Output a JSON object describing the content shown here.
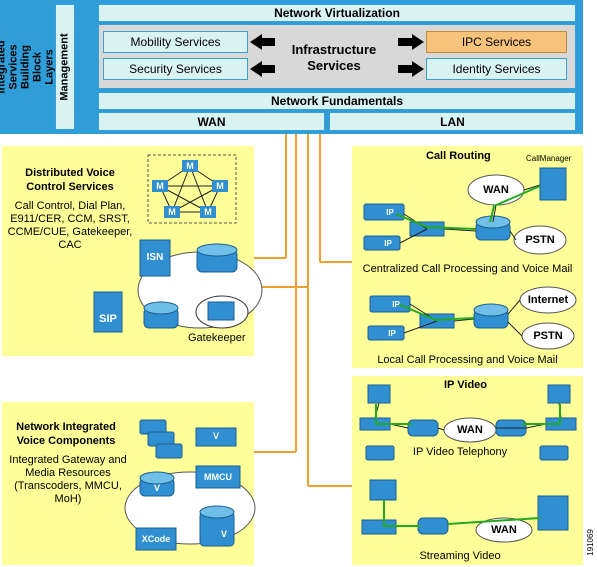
{
  "architecture": {
    "side_title": "Integrated Services Building Block Layers",
    "management": "Management",
    "network_virtualization": "Network Virtualization",
    "mobility_services": "Mobility Services",
    "security_services": "Security Services",
    "infrastructure_services": "Infrastructure Services",
    "ipc_services": "IPC Services",
    "identity_services": "Identity Services",
    "network_fundamentals": "Network Fundamentals",
    "wan": "WAN",
    "lan": "LAN"
  },
  "distributed_voice": {
    "title": "Distributed Voice Control Services",
    "description": "Call Control, Dial Plan, E911/CER, CCM, SRST, CCME/CUE, Gatekeeper, CAC",
    "isn": "ISN",
    "sip": "SIP",
    "gatekeeper": "Gatekeeper",
    "m": "M"
  },
  "network_integrated": {
    "title": "Network Integrated Voice Components",
    "description": "Integrated Gateway and Media Resources (Transcoders, MMCU, MoH)",
    "mmcu": "MMCU",
    "xcode": "XCode",
    "v": "V"
  },
  "call_routing": {
    "title": "Call Routing",
    "callmanager": "CallManager",
    "wan": "WAN",
    "pstn": "PSTN",
    "centralized": "Centralized Call Processing and Voice Mail",
    "internet": "Internet",
    "local": "Local Call Processing and Voice Mail",
    "ip": "IP"
  },
  "ip_video": {
    "title": "IP Video",
    "wan": "WAN",
    "telephony": "IP Video Telephony",
    "streaming": "Streaming Video"
  },
  "figure_id": "191069"
}
